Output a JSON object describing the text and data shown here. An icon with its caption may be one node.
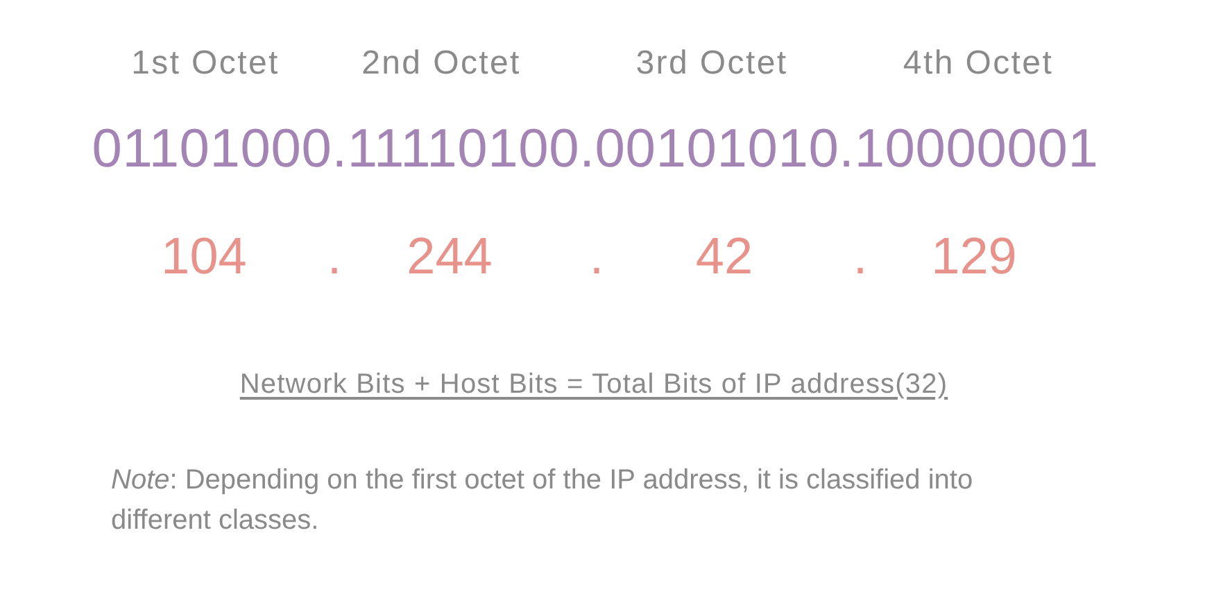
{
  "diagram": {
    "labels": [
      "1st Octet",
      "2nd Octet",
      "3rd Octet",
      "4th Octet",
      "01101000.11110100.00101010.10000001",
      "104",
      ".",
      "244",
      ".",
      "42",
      ".",
      "129",
      "Network Bits + Host Bits = Total Bits of IP address(32)",
      "*Note*: Depending on the first octet of the IP address, it is classified into different classes."
    ]
  }
}
